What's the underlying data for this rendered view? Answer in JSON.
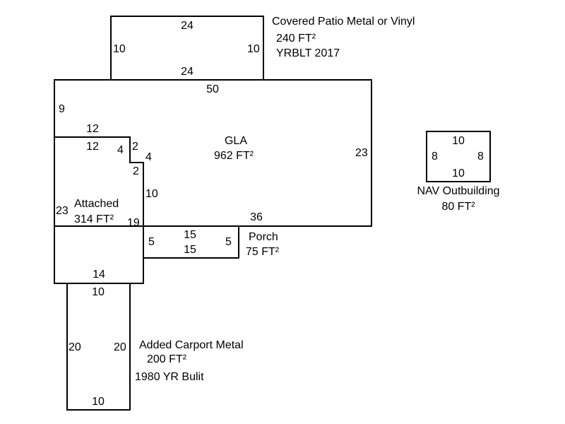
{
  "areas": {
    "patio": {
      "name": "Covered Patio Metal or Vinyl",
      "area": "240 FT²",
      "year": "YRBLT 2017",
      "dims": {
        "top": "24",
        "bottom": "24",
        "left": "10",
        "right": "10"
      }
    },
    "gla": {
      "name": "GLA",
      "area": "962 FT²",
      "dims": {
        "top": "50",
        "left": "9",
        "right": "23",
        "bottom": "36",
        "seg12": "12",
        "seg4": "4",
        "seg2": "2",
        "seg10": "10"
      }
    },
    "attached": {
      "name": "Attached",
      "area": "314 FT²",
      "dims": {
        "top": "12",
        "notch_h": "4",
        "notch_v": "2",
        "left": "23",
        "right": "19",
        "bottom": "14"
      }
    },
    "porch": {
      "name": "Porch",
      "area": "75 FT²",
      "dims": {
        "top": "15",
        "bottom": "15",
        "left": "5",
        "right": "5"
      }
    },
    "carport": {
      "name": "Added Carport Metal",
      "area": "200 FT²",
      "year": "1980 YR Bulit",
      "dims": {
        "top": "10",
        "bottom": "10",
        "left": "20",
        "right": "20"
      }
    },
    "outbuilding": {
      "name": "NAV Outbuilding",
      "area": "80 FT²",
      "dims": {
        "top": "10",
        "bottom": "10",
        "left": "8",
        "right": "8"
      }
    }
  }
}
